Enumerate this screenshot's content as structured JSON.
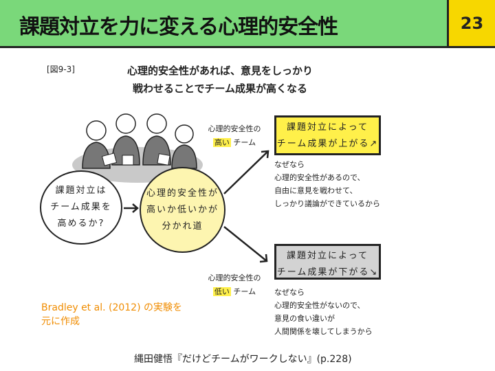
{
  "header": {
    "title": "課題対立を力に変える心理的安全性",
    "page_number": "23"
  },
  "figure": {
    "label": "[図9-3]",
    "title_lines": [
      "心理的安全性があれば、意見をしっかり",
      "戦わせることでチーム成果が高くなる"
    ],
    "question_lines": [
      "課題対立は",
      "チーム成果を",
      "高めるか?"
    ],
    "fork_lines": [
      "心理的安全性が",
      "高いか低いかが",
      "分かれ道"
    ],
    "high": {
      "label_line1": "心理的安全性の",
      "highlight": "高い",
      "label_rest": "チーム",
      "box_lines": [
        "課題対立によって",
        "チーム成果が上がる↗"
      ],
      "reason_lines": [
        "なぜなら",
        "心理的安全性があるので、",
        "自由に意見を戦わせて、",
        "しっかり議論ができているから"
      ]
    },
    "low": {
      "label_line1": "心理的安全性の",
      "highlight": "低い",
      "label_rest": "チーム",
      "box_lines": [
        "課題対立によって",
        "チーム成果が下がる↘"
      ],
      "reason_lines": [
        "なぜなら",
        "心理的安全性がないので、",
        "意見の食い違いが",
        "人間関係を壊してしまうから"
      ]
    }
  },
  "source_note": [
    "Bradley et al. (2012) の実験を",
    "元に作成"
  ],
  "citation": "縄田健悟『だけどチームがワークしない』(p.228)"
}
